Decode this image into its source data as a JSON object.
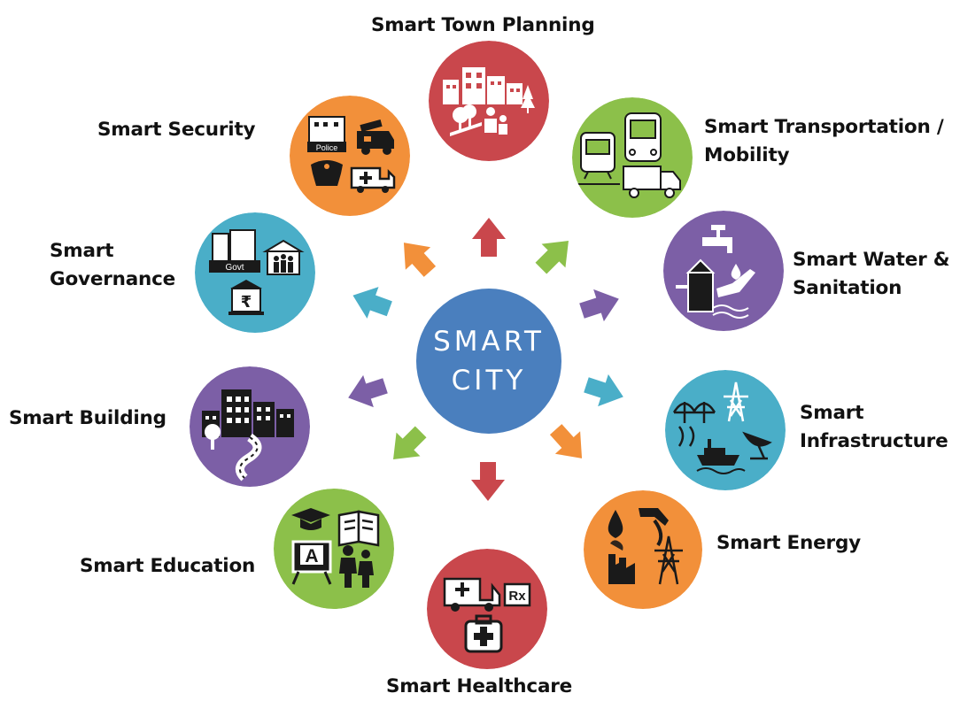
{
  "center": {
    "line1": "SMART",
    "line2": "CITY",
    "color": "#4a7fbe"
  },
  "nodes": [
    {
      "id": "town-planning",
      "label_lines": [
        "Smart Town Planning"
      ],
      "color": "#c9474c",
      "icons": [
        "buildings-icon",
        "trees-icon",
        "family-icon",
        "factory-icon"
      ]
    },
    {
      "id": "transportation",
      "label_lines": [
        "Smart Transportation /",
        "Mobility"
      ],
      "color": "#8cc04a",
      "icons": [
        "train-icon",
        "bus-icon",
        "truck-icon"
      ]
    },
    {
      "id": "water",
      "label_lines": [
        "Smart Water &",
        "Sanitation"
      ],
      "color": "#7c5fa6",
      "icons": [
        "tap-icon",
        "water-drop-icon",
        "hand-icon",
        "plant-icon"
      ]
    },
    {
      "id": "infrastructure",
      "label_lines": [
        "Smart",
        "Infrastructure"
      ],
      "color": "#4aaec8",
      "icons": [
        "bridge-icon",
        "tower-icon",
        "satellite-dish-icon",
        "ship-icon"
      ]
    },
    {
      "id": "energy",
      "label_lines": [
        "Smart Energy"
      ],
      "color": "#f2903a",
      "icons": [
        "oil-drop-icon",
        "fuel-nozzle-icon",
        "factory-icon",
        "power-tower-icon"
      ]
    },
    {
      "id": "healthcare",
      "label_lines": [
        "Smart Healthcare"
      ],
      "color": "#c9474c",
      "icons": [
        "ambulance-icon",
        "rx-icon",
        "first-aid-kit-icon"
      ]
    },
    {
      "id": "education",
      "label_lines": [
        "Smart Education"
      ],
      "color": "#8cc04a",
      "icons": [
        "graduation-cap-icon",
        "book-icon",
        "blackboard-icon",
        "children-icon"
      ],
      "blackboard_letter": "A"
    },
    {
      "id": "building",
      "label_lines": [
        "Smart Building"
      ],
      "color": "#7c5fa6",
      "icons": [
        "buildings-icon",
        "tree-icon",
        "road-icon"
      ]
    },
    {
      "id": "governance",
      "label_lines": [
        "Smart",
        "Governance"
      ],
      "color": "#4aaec8",
      "icons": [
        "govt-building-icon",
        "people-building-icon",
        "rupee-bank-icon"
      ],
      "govt_sign": "Govt"
    },
    {
      "id": "security",
      "label_lines": [
        "Smart Security"
      ],
      "color": "#f2903a",
      "icons": [
        "police-station-icon",
        "fire-truck-icon",
        "police-cap-icon",
        "ambulance-icon"
      ],
      "police_sign": "Police"
    }
  ]
}
